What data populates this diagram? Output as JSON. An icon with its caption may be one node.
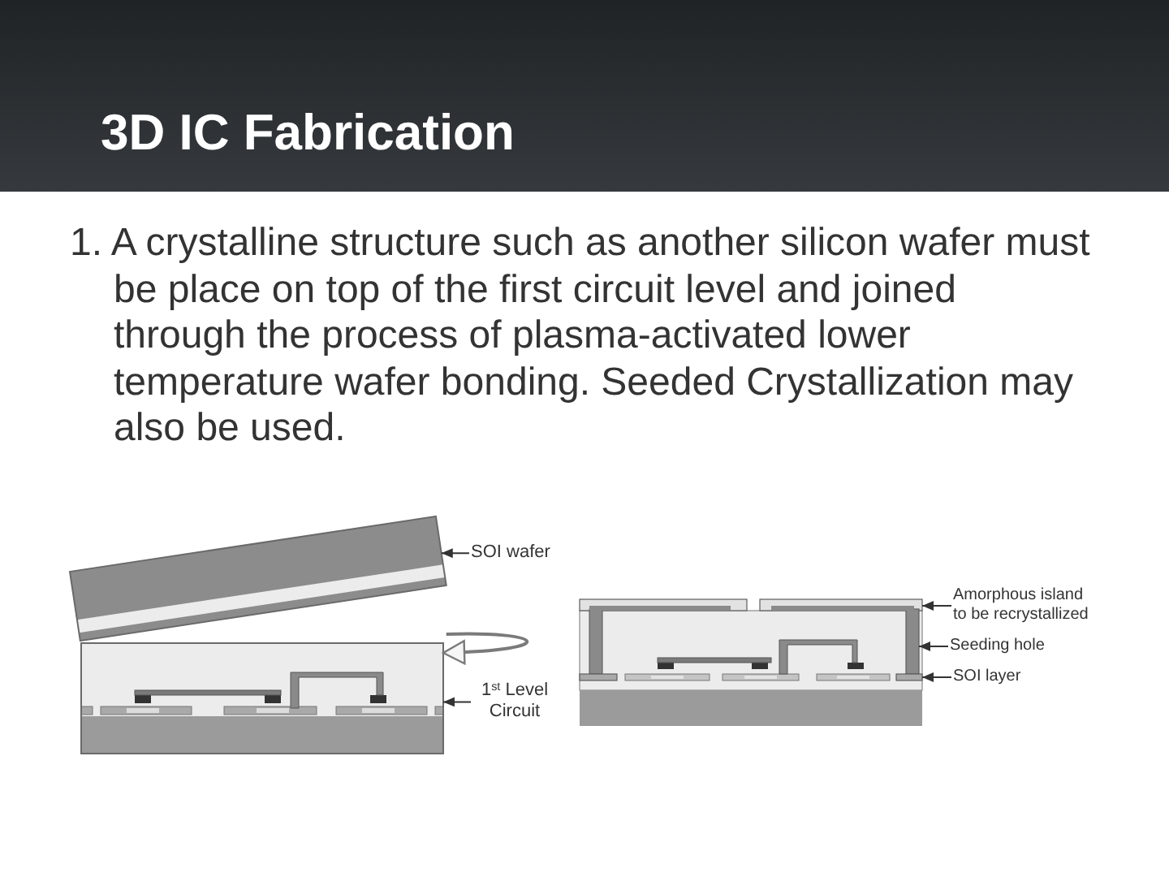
{
  "diagram": {
    "title": "3D IC Fabrication",
    "nodes": [
      {
        "text": [
          "SOI wafer"
        ]
      },
      {
        "text": [],
        "shape": "box"
      },
      {
        "text": [
          "1$^{st}$ Level Circuit"
        ]
      },
      {
        "text": [],
        "shape": "box"
      },
      {
        "text": [
          "Amorphous island to be recrystallized"
        ]
      },
      {
        "text": [],
        "shape": "bar"
      },
      {
        "text": [
          "Seeding hole"
        ]
      },
      {
        "text": [],
        "shape": "bar"
      },
      {
        "text": [
          "SOI layer"
        ]
      },
      {
        "text": [],
        "shape": "bar"
      }
    ],
    "edges": [
      {
        "from": 0,
        "to": 1,
        "arrow": "to"
      },
      {
        "from": 1,
        "to": 3,
        "arrow": "to"
      },
      {
        "from": 2,
        "to": 3,
        "arrow": "to"
      },
      {
        "from": 4,
        "to": 5,
        "arrow": "to"
      },
      {
        "from": 6,
        "to": 7,
        "arrow": "to"
      },
      {
        "from": 8,
        "to": 9,
        "arrow": "to"
      }
    ],
    "labels": [
      "1. A crystalline structure such as another silicon wafer must be place on top of the first circuit level and joined through the process of plasma-activated lower temperature wafer bonding. Seeded Crystallization may also be used."
    ]
  }
}
